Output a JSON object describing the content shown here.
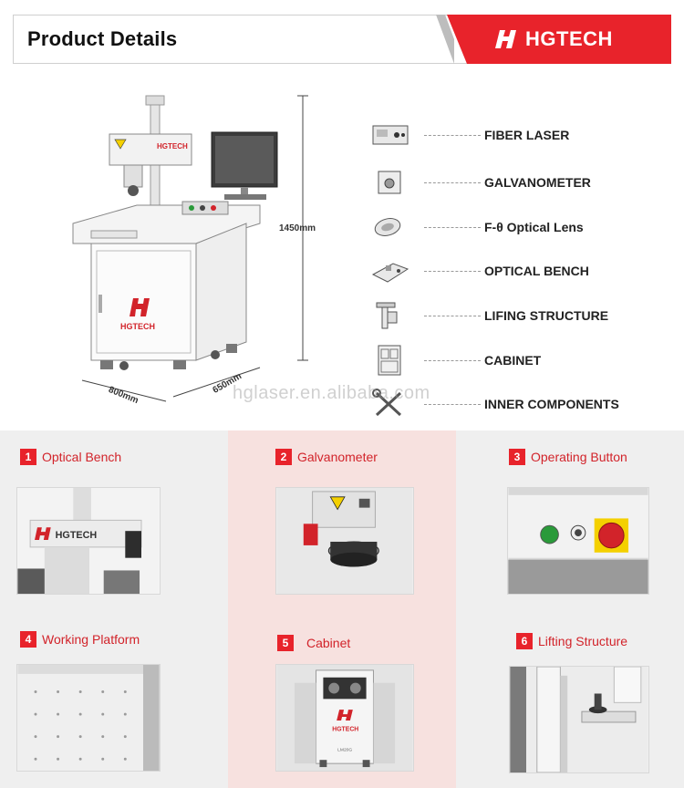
{
  "header": {
    "title": "Product Details",
    "brand": "HGTECH",
    "accent": "#e8232b"
  },
  "machine": {
    "logo_text": "HGTECH",
    "head_logo_text": "HGTECH",
    "dimensions": {
      "height": "1450mm",
      "depth": "650mm",
      "width": "800mm"
    }
  },
  "components": [
    {
      "label": "FIBER LASER",
      "icon": "fiber-laser-icon"
    },
    {
      "label": "GALVANOMETER",
      "icon": "galvanometer-icon"
    },
    {
      "label": "F-θ Optical Lens",
      "icon": "lens-icon"
    },
    {
      "label": "OPTICAL BENCH",
      "icon": "optical-bench-icon"
    },
    {
      "label": "LIFING STRUCTURE",
      "icon": "lifting-structure-icon"
    },
    {
      "label": "CABINET",
      "icon": "cabinet-icon"
    },
    {
      "label": "INNER COMPONENTS",
      "icon": "tools-icon"
    }
  ],
  "watermark": "hglaser.en.alibaba.com",
  "details": [
    {
      "num": "1",
      "label": "Optical Bench",
      "photo_text": "HGTECH"
    },
    {
      "num": "2",
      "label": "Galvanometer"
    },
    {
      "num": "3",
      "label": "Operating Button"
    },
    {
      "num": "4",
      "label": "Working Platform"
    },
    {
      "num": "5",
      "label": "Cabinet",
      "photo_text": "HGTECH",
      "photo_subtext": "LM20G"
    },
    {
      "num": "6",
      "label": "Lifting Structure"
    }
  ]
}
